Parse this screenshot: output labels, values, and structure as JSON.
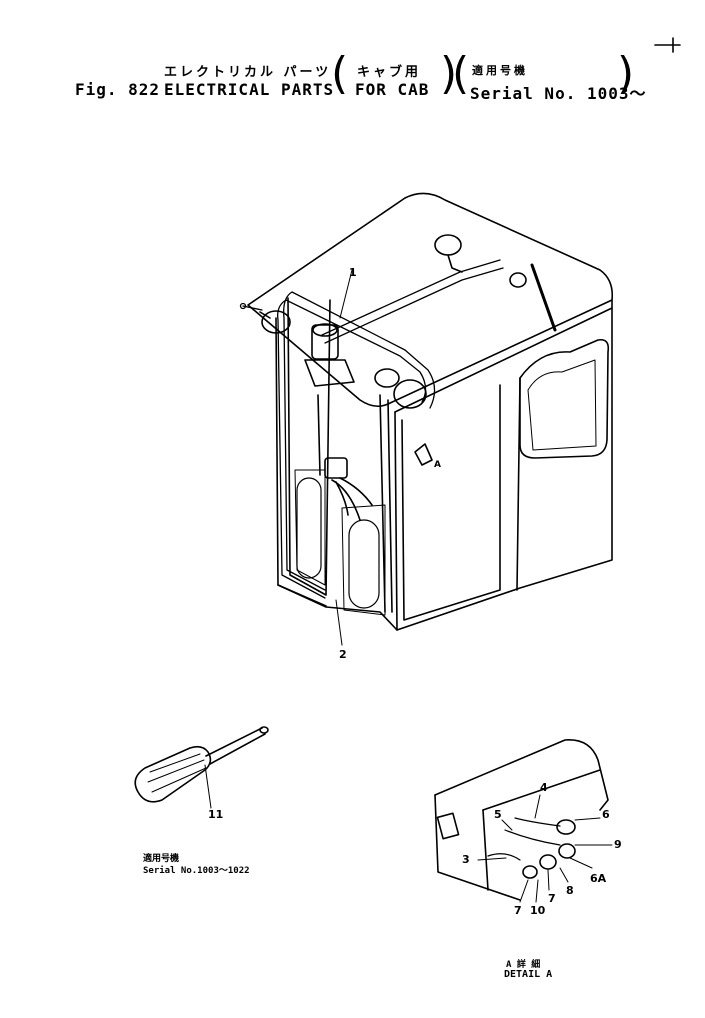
{
  "title": {
    "jp_main": "エレクトリカル パーツ",
    "jp_cab": "キャブ用",
    "jp_serial": "適用号機",
    "fig": "Fig. 822",
    "en_main": "ELECTRICAL PARTS",
    "en_cab": "FOR CAB",
    "en_serial": "Serial No. 1003～"
  },
  "callouts": {
    "main": [
      "1",
      "2"
    ],
    "view_arrow": "A",
    "tool": "11",
    "detail": [
      "3",
      "4",
      "5",
      "6",
      "6A",
      "7",
      "7",
      "8",
      "9",
      "10"
    ]
  },
  "tool_note": {
    "jp": "適用号機",
    "serial": "Serial No.1003～1022"
  },
  "detail_caption": {
    "jp": "A 詳 細",
    "en": "DETAIL A"
  }
}
